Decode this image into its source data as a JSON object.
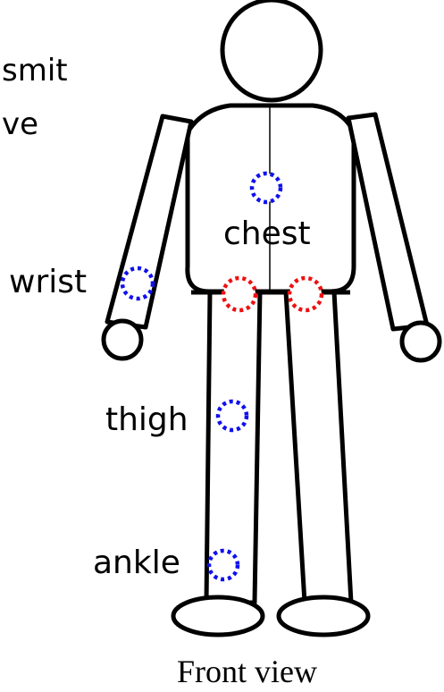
{
  "labels": {
    "legend_line1": "smit",
    "legend_line2": "ve",
    "chest": "chest",
    "wrist": "wrist",
    "thigh": "thigh",
    "ankle": "ankle"
  },
  "caption": "Front view",
  "colors": {
    "outline": "#000000",
    "receive_marker": "#1010ee",
    "transmit_marker": "#ee1010"
  }
}
